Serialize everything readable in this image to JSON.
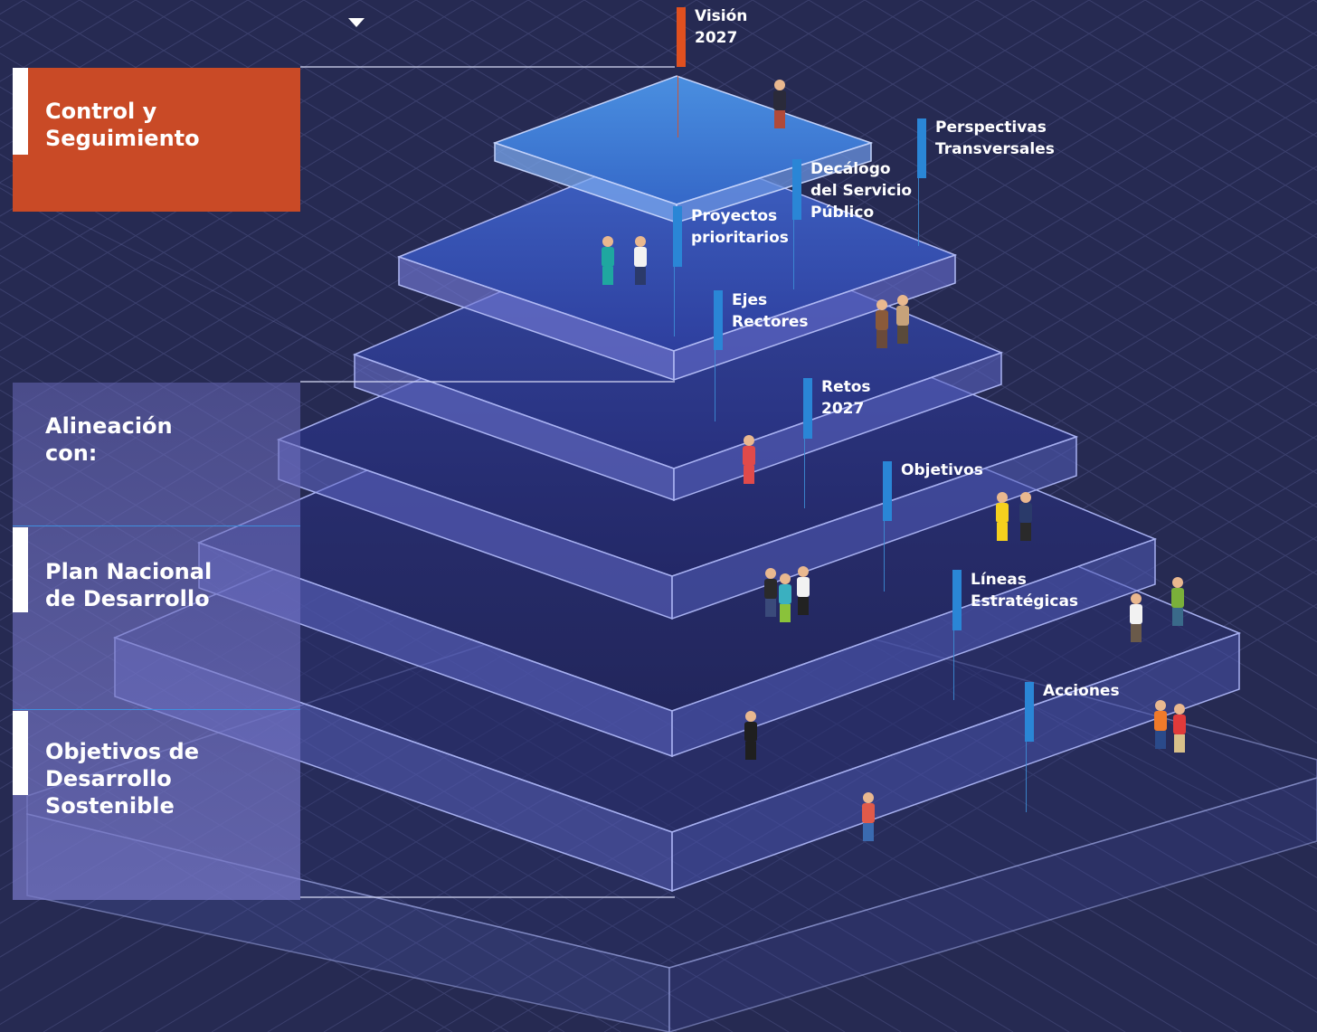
{
  "sidebar": {
    "control": "Control y\nSeguimiento",
    "alineacion": "Alineación\ncon:",
    "plan": "Plan Nacional\nde Desarrollo",
    "ods": "Objetivos de\nDesarrollo\nSostenible"
  },
  "levels": [
    {
      "text": "Visión\n2027",
      "color": "#e0501f"
    },
    {
      "text": "Perspectivas\nTransversales",
      "color": "#2a86d6"
    },
    {
      "text": "Decálogo\ndel Servicio\nPúblico",
      "color": "#2a86d6"
    },
    {
      "text": "Proyectos\nprioritarios",
      "color": "#2a86d6"
    },
    {
      "text": "Ejes\nRectores",
      "color": "#2a86d6"
    },
    {
      "text": "Retos\n2027",
      "color": "#2a86d6"
    },
    {
      "text": "Objetivos",
      "color": "#2a86d6"
    },
    {
      "text": "Líneas\nEstratégicas",
      "color": "#2a86d6"
    },
    {
      "text": "Acciones",
      "color": "#2a86d6"
    }
  ],
  "colors": {
    "background": "#262a52",
    "accent_orange": "#c94a26",
    "panel_purple": "#6c6cc0",
    "marker_blue": "#2a86d6"
  },
  "icons": [
    "dropdown-triangle-icon"
  ]
}
